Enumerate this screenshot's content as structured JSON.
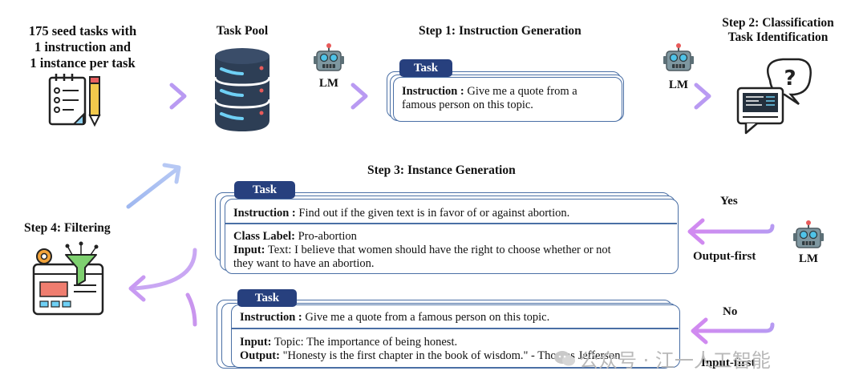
{
  "seed": {
    "line1": "175 seed tasks with",
    "line2": "1 instruction and",
    "line3": "1 instance per task"
  },
  "task_pool": {
    "label": "Task Pool"
  },
  "lm_label": "LM",
  "step1": {
    "title": "Step 1: Instruction Generation",
    "tab": "Task",
    "instruction_key": "Instruction :",
    "instruction_line1": " Give me a quote from a",
    "instruction_line2": "famous person on this topic."
  },
  "step2": {
    "title_line1": "Step 2: Classification",
    "title_line2": "Task Identification"
  },
  "step3": {
    "title": "Step 3: Instance Generation"
  },
  "step4": {
    "title": "Step 4: Filtering"
  },
  "branch_yes": {
    "label": "Yes",
    "mode": "Output-first"
  },
  "branch_no": {
    "label": "No",
    "mode": "Input-first"
  },
  "card_output_first": {
    "tab": "Task",
    "instruction_key": "Instruction :",
    "instruction_text": " Find out if the given text is in favor of or against abortion.",
    "class_key": "Class Label:",
    "class_text": " Pro-abortion",
    "input_key": "Input:",
    "input_line1": " Text: I believe that women should have the right to choose whether or not",
    "input_line2": "they want to have an abortion."
  },
  "card_input_first": {
    "tab": "Task",
    "instruction_key": "Instruction :",
    "instruction_text": " Give me a quote from a famous person on this topic.",
    "input_key": "Input:",
    "input_text": " Topic: The importance of being honest.",
    "output_key": "Output:",
    "output_text": " \"Honesty is the first chapter in the book of wisdom.\" - Thomas Jefferson"
  },
  "watermark": "公众号 · 江一人工智能",
  "colors": {
    "tab": "#27407e",
    "card_border": "#4a6fa5",
    "arrow_start": "#8fb0ef",
    "arrow_end": "#c58bf0",
    "lm_body": "#6f8a93",
    "lm_eye": "#4fc3e8"
  }
}
